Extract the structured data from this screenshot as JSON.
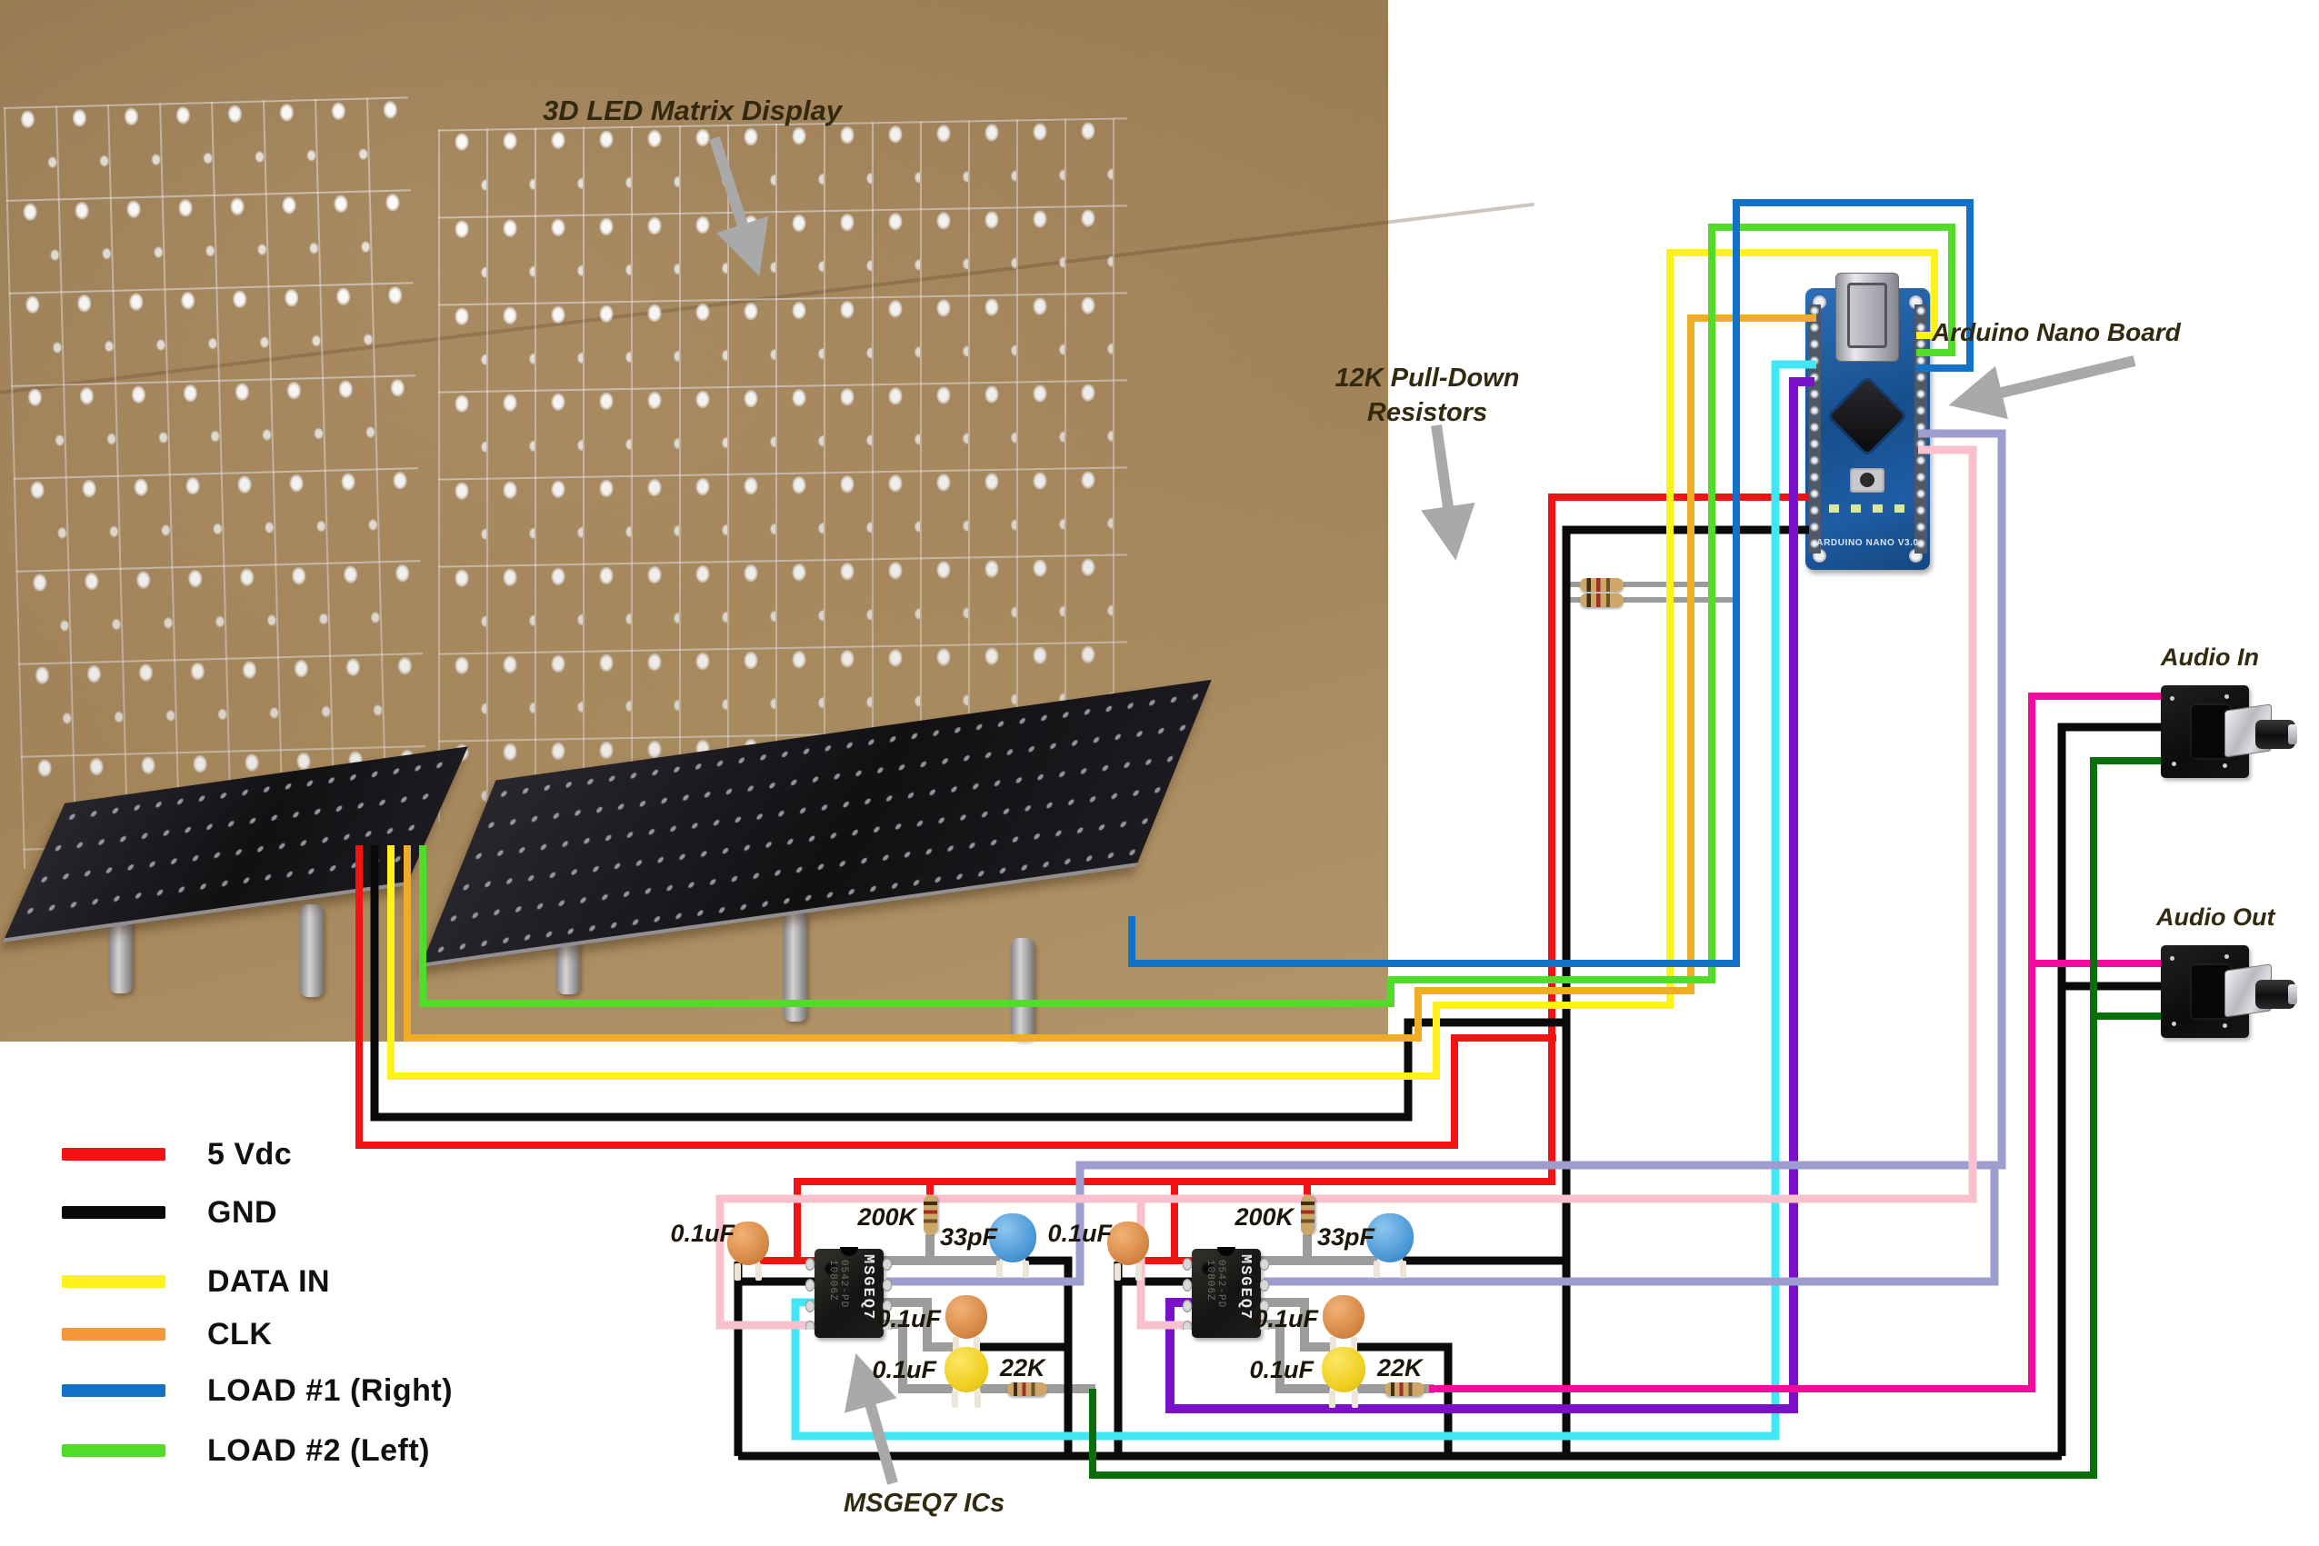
{
  "legend": {
    "items": [
      {
        "label": "5 Vdc",
        "color": "#F21212"
      },
      {
        "label": "GND",
        "color": "#0A0A0A"
      },
      {
        "label": "DATA IN",
        "color": "#FFF11A"
      },
      {
        "label": "CLK",
        "color": "#F7973B"
      },
      {
        "label": "LOAD #1 (Right)",
        "color": "#1172C8"
      },
      {
        "label": "LOAD #2 (Left)",
        "color": "#50DC28"
      }
    ]
  },
  "annotations": {
    "matrix": "3D LED Matrix Display",
    "pulldown_line1": "12K Pull-Down",
    "pulldown_line2": "Resistors",
    "arduino": "Arduino Nano Board",
    "audio_in": "Audio In",
    "audio_out": "Audio Out",
    "msgeq7": "MSGEQ7 ICs"
  },
  "arduino": {
    "silkscreen": "ARDUINO NANO V3.0"
  },
  "circuits": [
    {
      "cap_in": "0.1uF",
      "r_top": "200K",
      "cap_osc": "33pF",
      "cap_mid": "0.1uF",
      "cap_low": "0.1uF",
      "r_out": "22K",
      "ic_name": "MSGEQ7",
      "ic_code": "0542-PD",
      "ic_code2": "10806Z"
    },
    {
      "cap_in": "0.1uF",
      "r_top": "200K",
      "cap_osc": "33pF",
      "cap_mid": "0.1uF",
      "cap_low": "0.1uF",
      "r_out": "22K",
      "ic_name": "MSGEQ7",
      "ic_code": "0542-PD",
      "ic_code2": "10806Z"
    }
  ],
  "colors": {
    "red": "#F21212",
    "black": "#0A0A0A",
    "yellow": "#FFF11A",
    "orange": "#EFAD25",
    "green": "#50DC28",
    "blue": "#1172C8",
    "cyan": "#3FE8F4",
    "purple": "#7A10C8",
    "lavender": "#9D9DD0",
    "pink": "#F9C1CE",
    "magenta": "#F30B9E",
    "darkgreen": "#0A6E0A",
    "gray": "#9C9C9C",
    "arrow": "#A9A9A9"
  }
}
